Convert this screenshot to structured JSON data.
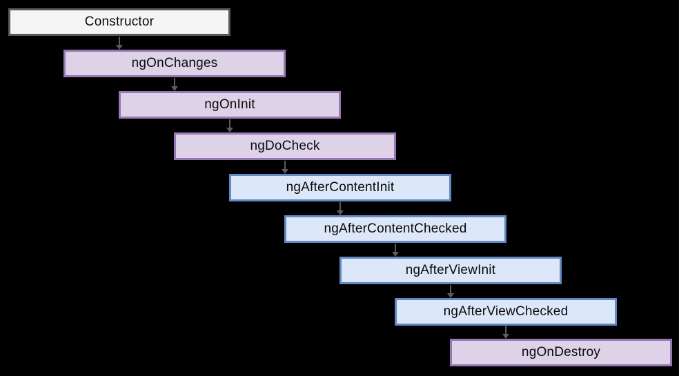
{
  "diagram": {
    "background_color": "#000000",
    "arrow_color": "#5c5c5c",
    "palette": {
      "constructor_fill": "#f5f5f5",
      "constructor_border": "#58585a",
      "purple_fill": "#ddd2e8",
      "purple_border": "#9878b4",
      "blue_fill": "#dce8f9",
      "blue_border": "#6289c4"
    },
    "stages": [
      {
        "label": "Constructor",
        "category": "constructor",
        "fill": "#f5f5f5",
        "border": "#58585a"
      },
      {
        "label": "ngOnChanges",
        "category": "change-hook",
        "fill": "#ddd2e8",
        "border": "#9878b4"
      },
      {
        "label": "ngOnInit",
        "category": "change-hook",
        "fill": "#ddd2e8",
        "border": "#9878b4"
      },
      {
        "label": "ngDoCheck",
        "category": "change-hook",
        "fill": "#ddd2e8",
        "border": "#9878b4"
      },
      {
        "label": "ngAfterContentInit",
        "category": "content-hook",
        "fill": "#dce8f9",
        "border": "#6289c4"
      },
      {
        "label": "ngAfterContentChecked",
        "category": "content-hook",
        "fill": "#dce8f9",
        "border": "#6289c4"
      },
      {
        "label": "ngAfterViewInit",
        "category": "view-hook",
        "fill": "#dce8f9",
        "border": "#6289c4"
      },
      {
        "label": "ngAfterViewChecked",
        "category": "view-hook",
        "fill": "#dce8f9",
        "border": "#6289c4"
      },
      {
        "label": "ngOnDestroy",
        "category": "destroy-hook",
        "fill": "#ddd2e8",
        "border": "#9878b4"
      }
    ]
  }
}
